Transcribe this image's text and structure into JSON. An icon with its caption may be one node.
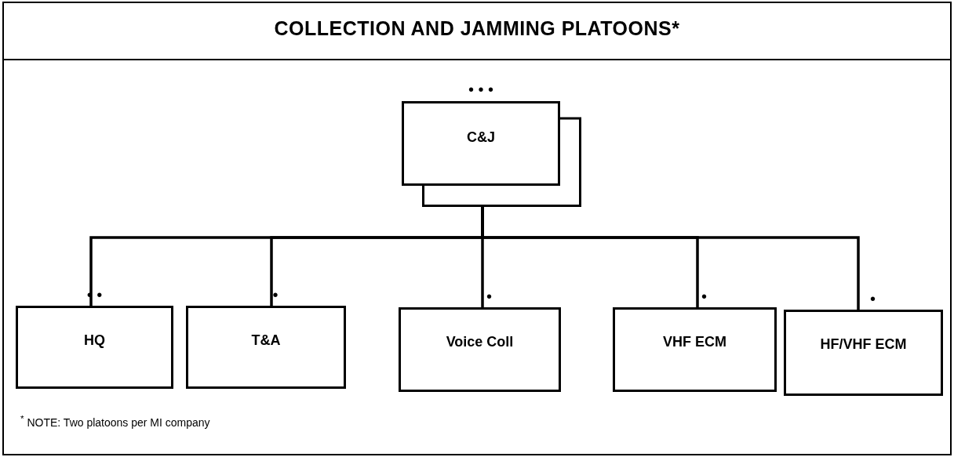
{
  "diagram": {
    "title": "COLLECTION AND JAMMING PLATOONS*",
    "nodes": [
      {
        "text": [
          "C&J"
        ],
        "beside": [
          "• • •"
        ]
      },
      {
        "text": [
          "HQ"
        ],
        "beside": [
          "• •"
        ]
      },
      {
        "text": [
          "T&A"
        ],
        "beside": [
          "•"
        ]
      },
      {
        "text": [
          "Voice Coll"
        ],
        "beside": [
          "•"
        ]
      },
      {
        "text": [
          "VHF ECM"
        ],
        "beside": [
          "•"
        ]
      },
      {
        "text": [
          "HF/VHF ECM"
        ],
        "beside": [
          "•"
        ]
      }
    ],
    "edges": [
      {
        "from": 0,
        "to": 1,
        "arrow": "none"
      },
      {
        "from": 0,
        "to": 2,
        "arrow": "none"
      },
      {
        "from": 0,
        "to": 3,
        "arrow": "none"
      },
      {
        "from": 0,
        "to": 4,
        "arrow": "none"
      },
      {
        "from": 0,
        "to": 5,
        "arrow": "none"
      }
    ],
    "labels": [
      "$^{*}$ NOTE: Two platoons per MI company"
    ]
  }
}
